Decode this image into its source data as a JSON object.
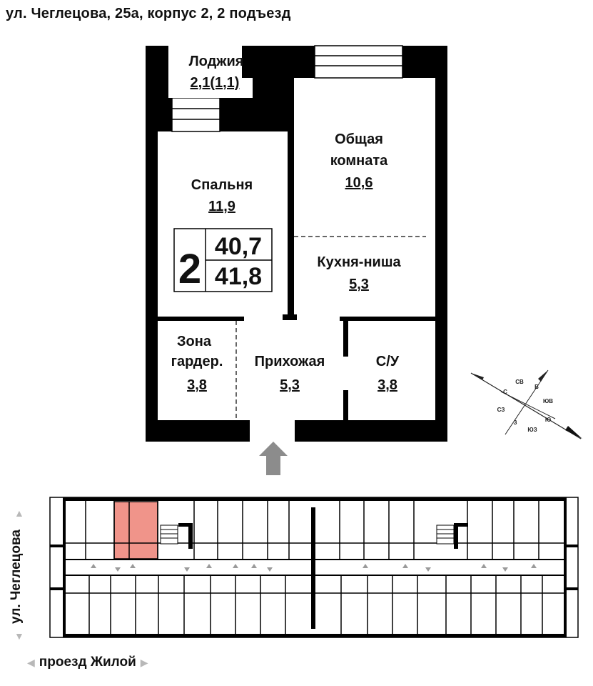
{
  "header": {
    "address": "ул. Чеглецова, 25а, корпус 2, 2 подъезд"
  },
  "apartment": {
    "rooms_count": "2",
    "total_area": "40,7",
    "area_with_loggia": "41,8",
    "rooms": {
      "loggia": {
        "name": "Лоджия",
        "area": "2,1(1,1)"
      },
      "bedroom": {
        "name": "Спальня",
        "area": "11,9"
      },
      "living_room": {
        "name_line1": "Общая",
        "name_line2": "комната",
        "area": "10,6"
      },
      "kitchen_niche": {
        "name": "Кухня-ниша",
        "area": "5,3"
      },
      "wardrobe": {
        "name_line1": "Зона",
        "name_line2": "гардер.",
        "area": "3,8"
      },
      "hallway": {
        "name": "Прихожая",
        "area": "5,3"
      },
      "bathroom": {
        "name": "С/У",
        "area": "3,8"
      }
    }
  },
  "compass": {
    "labels": {
      "n": "С",
      "ne": "СВ",
      "e": "В",
      "se": "ЮВ",
      "s": "Ю",
      "sw": "ЮЗ",
      "w": "З",
      "nw": "СЗ"
    }
  },
  "site": {
    "street_side": "ул. Чеглецова",
    "street_bottom": "проезд Жилой",
    "highlight_color": "#f0948a"
  },
  "colors": {
    "wall": "#000000",
    "arrow": "#8c8c8c",
    "dash": "#333333"
  }
}
